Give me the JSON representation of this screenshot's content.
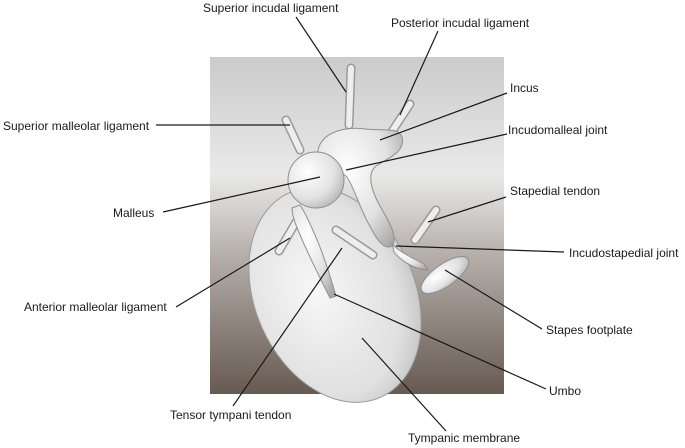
{
  "labels": {
    "superior_incudal_ligament": "Superior incudal ligament",
    "posterior_incudal_ligament": "Posterior incudal ligament",
    "incus": "Incus",
    "incudomalleal_joint": "Incudomalleal joint",
    "superior_malleolar_ligament": "Superior malleolar ligament",
    "malleus": "Malleus",
    "stapedial_tendon": "Stapedial tendon",
    "incudostapedial_joint": "Incudostapedial joint",
    "anterior_malleolar_ligament": "Anterior malleolar ligament",
    "stapes_footplate": "Stapes footplate",
    "umbo": "Umbo",
    "tensor_tympani_tendon": "Tensor tympani tendon",
    "tympanic_membrane": "Tympanic membrane"
  },
  "colors": {
    "panel_top": "#c9c9c9",
    "panel_bottom": "#6b5f57",
    "bone": "#e6e6e6",
    "leader": "#1a1a1a"
  }
}
